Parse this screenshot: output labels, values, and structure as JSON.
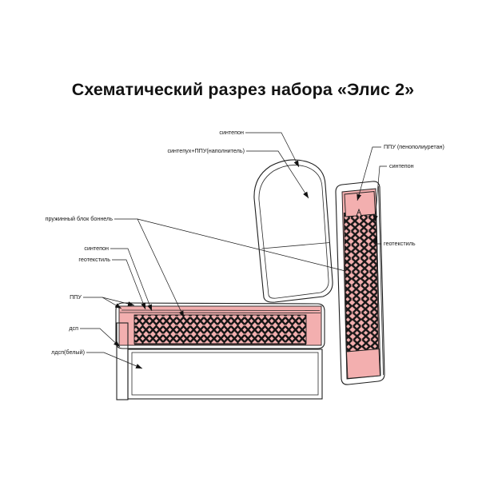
{
  "title": "Схематический разрез набора «Элис 2»",
  "background_color": "#ffffff",
  "palette": {
    "foam_pink": "#f3afaf",
    "foam_pink_dark": "#e79b9b",
    "frame_gray": "#8f8f8f",
    "frame_gray_light": "#b9b9b9",
    "spring_black": "#1a1a1a",
    "outline": "#1f1f1f",
    "text": "#141414",
    "panel_white": "#ffffff"
  },
  "labels": {
    "top_cushion_outer": "синтепон",
    "top_cushion_fill": "синтепух+ППУ(наполнитель)",
    "backrest_foam": "ППУ (пенополиуретан)",
    "backrest_wadding": "синтепон",
    "backrest_geotextile": "геотекстиль",
    "seat_spring_block": "пружинный блок боннель",
    "seat_wadding": "синтепон",
    "seat_geotextile": "геотекстиль",
    "seat_foam": "ППУ",
    "base_chipboard": "дсп",
    "base_laminated": "лдсп(белый)"
  },
  "components": [
    {
      "name": "back-pillow",
      "material": "синтепон / синтепух+ППУ(наполнитель)"
    },
    {
      "name": "backrest-panel",
      "material": "ППУ (пенополиуретан), синтепон, геотекстиль, пружинный блок боннель"
    },
    {
      "name": "seat-block",
      "material": "ППУ, синтепон, геотекстиль, пружинный блок боннель"
    },
    {
      "name": "base-frame",
      "material": "дсп, лдсп(белый)"
    }
  ]
}
